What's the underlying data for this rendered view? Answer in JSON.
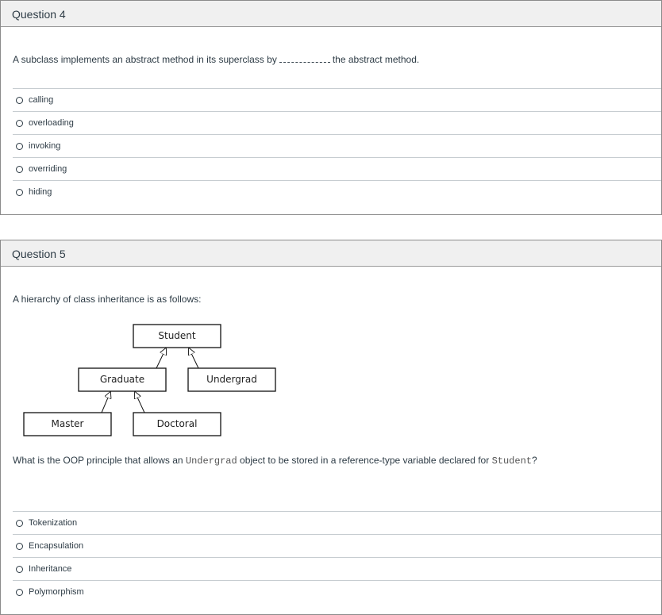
{
  "q4": {
    "title": "Question 4",
    "text_before": "A subclass implements an abstract method in its superclass by",
    "text_after": "the abstract method.",
    "options": [
      "calling",
      "overloading",
      "invoking",
      "overriding",
      "hiding"
    ]
  },
  "q5": {
    "title": "Question 5",
    "intro": "A hierarchy of class inheritance is as follows:",
    "diagram": {
      "student": "Student",
      "graduate": "Graduate",
      "undergrad": "Undergrad",
      "master": "Master",
      "doctoral": "Doctoral"
    },
    "prompt_a": "What is the OOP principle that allows an",
    "prompt_code1": "Undergrad",
    "prompt_b": "object to be stored in a reference-type variable declared for",
    "prompt_code2": "Student",
    "prompt_end": "?",
    "options": [
      "Tokenization",
      "Encapsulation",
      "Inheritance",
      "Polymorphism"
    ]
  }
}
